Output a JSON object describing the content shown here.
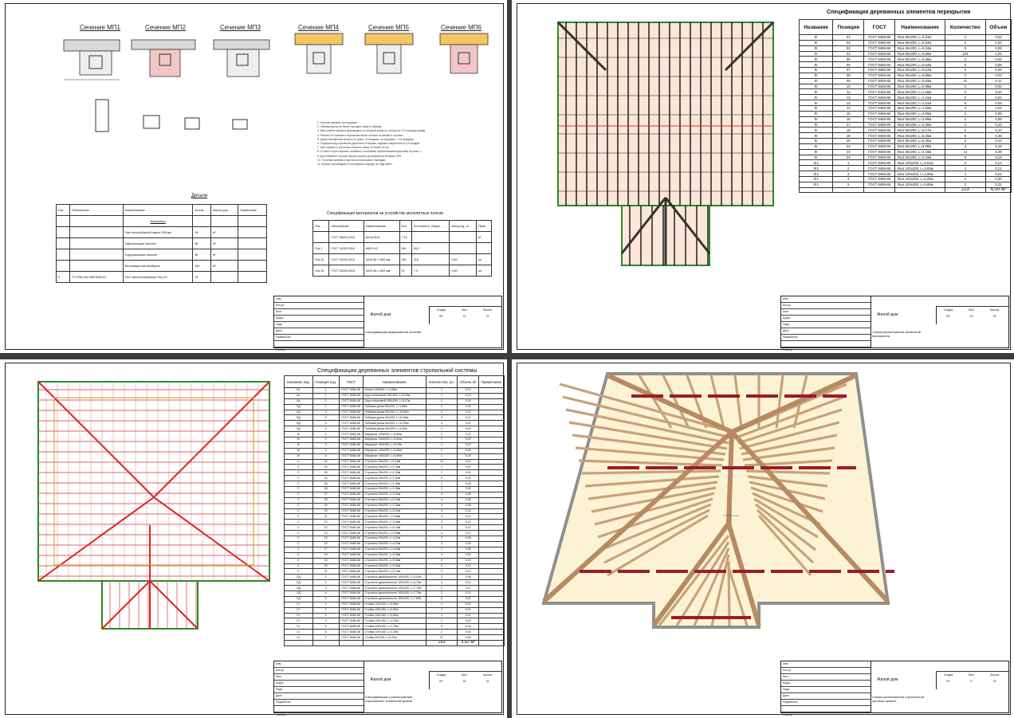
{
  "sheet1": {
    "sections": [
      "Сечение МП1",
      "Сечение МП2",
      "Сечение МП3",
      "Сечение МП4",
      "Сечение МП5",
      "Сечение МП6"
    ],
    "notes": [
      "1. Антисептировать конструкции.",
      "2. Обрезки досок не более чем дано ниже в таблице.",
      "3. Выполнение каркаса производить со сборкой узлов по плоскости 0,2 площади между.",
      "4. Нахлест по балкам и стропилам балок степени не менее 8 стропил.",
      "5. Доски перекрытия крепить по краю - 8 гвоздями, по середине - 4-5 гвоздями.",
      "6. Подпорки под стропилом укреплять стойками, надежно закреплять в 4-8 гвоздей.",
      "7. Шаг стропил и прогонов согласно схеме не более 50 см.",
      "8. Со всех сторон крепить скобами и стальными проволочными скрутками не реже 1.",
      "9. Для обвязки и стропил брусья сушить до влажности не выше 20%.",
      "10. По углам проёмы и прогоны использовать накладки.",
      "11. Кровлю производить в последнюю очередь по ходу работ."
    ],
    "detail": {
      "title": "Детали",
      "headers": [
        "Поз.",
        "Обозначение",
        "Наименование",
        "Кол-во",
        "Масса ед.кг",
        "Примечание"
      ],
      "group": "Материалы",
      "rows": [
        [
          "",
          "",
          "Узел полносборный свесы 20/5 мм",
          "15",
          "м²"
        ],
        [
          "",
          "",
          "Пароизоляция Изоспан",
          "80",
          "м²"
        ],
        [
          "",
          "",
          "Гидроизоляция Изоспан",
          "80",
          "м²"
        ],
        [
          "",
          "",
          "Ветрозащитная мембрана",
          "100",
          "м²"
        ],
        [
          "Л",
          "ТУ 5768-002-48015930-01",
          "Лист металлочерепица ТКЦ 0,5",
          "15",
          ""
        ]
      ]
    },
    "materials": {
      "title": "Спецификация материалов на устройство монолитных поясов",
      "headers": [
        "Поз.",
        "Обозначение",
        "Наименование",
        "Кол.",
        "Погонный м, общая",
        "Масса ед., кг",
        "Прим."
      ],
      "rows": [
        [
          "",
          "ГОСТ 26633-2015",
          "Бетон В15",
          "7,16",
          "",
          "",
          "м³"
        ],
        [
          "Поз.1",
          "ГОСТ 34028-2016",
          "А500 d12",
          "560",
          "54,0",
          "",
          ""
        ],
        [
          "Поз.15",
          "ГОСТ 34028-2016",
          "А240 d6 L=600 мм",
          "160",
          "216",
          "0,89",
          "шт."
        ],
        [
          "Поз.16",
          "ГОСТ 34028-2016",
          "А240 d6 L=600 мм",
          "10",
          "7,4",
          "0,89",
          "шт."
        ]
      ]
    },
    "title_block": {
      "name": "Жилой дом",
      "sheet_title": "Спецификация армирования сечения",
      "stage": "КР",
      "sheet": "14",
      "sheets": "19"
    }
  },
  "sheet2": {
    "title": "Спецификация деревянных элементов перекрытия",
    "headers": [
      "Название",
      "Позиция",
      "ГОСТ",
      "Наименование",
      "Количество",
      "Объем"
    ],
    "rows": [
      [
        "Лг",
        "01",
        "ГОСТ 8486-86",
        "Лага 50x200, L=0,54м",
        "2",
        "0,02"
      ],
      [
        "Лг",
        "02",
        "ГОСТ 8486-86",
        "Лага 50x200, L=0,54м",
        "2",
        "0,02"
      ],
      [
        "Лг",
        "03",
        "ГОСТ 8486-86",
        "Лага 50x200, L=0,54м",
        "8",
        "0,08"
      ],
      [
        "Лг",
        "04",
        "ГОСТ 8486-86",
        "Лага 50x200, L=0,58м",
        "104",
        "1,04"
      ],
      [
        "Лг",
        "05",
        "ГОСТ 8486-86",
        "Лага 50x200, L=0,58м",
        "2",
        "0,02"
      ],
      [
        "Лг",
        "06",
        "ГОСТ 8486-86",
        "Лага 50x200, L=0,54м",
        "8",
        "0,08"
      ],
      [
        "Лг",
        "07",
        "ГОСТ 8486-86",
        "Лага 50x200, L=0,67м",
        "2",
        "0,02"
      ],
      [
        "Лг",
        "08",
        "ГОСТ 8486-86",
        "Лага 50x200, L=0,88м",
        "2",
        "0,02"
      ],
      [
        "Лг",
        "09",
        "ГОСТ 8486-86",
        "Лага 50x200, L=0,93м",
        "11",
        "0,11"
      ],
      [
        "Лг",
        "10",
        "ГОСТ 8486-86",
        "Лага 50x200, L=0,98м",
        "2",
        "0,02"
      ],
      [
        "Лг",
        "11",
        "ГОСТ 8486-86",
        "Лага 50x200, L=1,28м",
        "2",
        "0,02"
      ],
      [
        "Лг",
        "12",
        "ГОСТ 8486-86",
        "Лага 50x200, L=1,41м",
        "2",
        "0,02"
      ],
      [
        "Лг",
        "13",
        "ГОСТ 8486-86",
        "Лага 50x200, L=1,51м",
        "8",
        "0,08"
      ],
      [
        "Лг",
        "14",
        "ГОСТ 8486-86",
        "Лага 50x200, L=1,58м",
        "2",
        "0,04"
      ],
      [
        "Лг",
        "15",
        "ГОСТ 8486-86",
        "Лага 50x200, L=2,65м",
        "2",
        "0,06"
      ],
      [
        "Лг",
        "16",
        "ГОСТ 8486-86",
        "Лага 50x200, L=3,89м",
        "2",
        "0,08"
      ],
      [
        "Лг",
        "17",
        "ГОСТ 8486-86",
        "Лага 50x200, L=4,39м",
        "2",
        "0,10"
      ],
      [
        "Лг",
        "18",
        "ГОСТ 8486-86",
        "Лага 50x200, L=5,17м",
        "2",
        "0,10"
      ],
      [
        "Лг",
        "19",
        "ГОСТ 8486-86",
        "Лага 50x200, L=5,25м",
        "9",
        "0,45"
      ],
      [
        "Лг",
        "20",
        "ГОСТ 8486-86",
        "Лага 50x200, L=5,45м",
        "2",
        "0,10"
      ],
      [
        "Лг",
        "22",
        "ГОСТ 8486-86",
        "Лага 50x200, L=6,08м",
        "3",
        "0,18"
      ],
      [
        "Лг",
        "23",
        "ГОСТ 8486-86",
        "Лага 50x200, L=2,18м",
        "14",
        "0,28"
      ],
      [
        "Лг",
        "24",
        "ГОСТ 8486-86",
        "Лага 50x200, L=2,33м",
        "8",
        "0,16"
      ],
      [
        "Лг1",
        "1",
        "ГОСТ 8486-86",
        "Лага 100x200, L=2,91м",
        "2",
        "0,12"
      ],
      [
        "Лг1",
        "2",
        "ГОСТ 8486-86",
        "Лага 100x200, L=3,03м",
        "2",
        "0,12"
      ],
      [
        "Лг1",
        "3",
        "ГОСТ 8486-86",
        "Лага 100x200, L=3,08м",
        "4",
        "0,24"
      ],
      [
        "Лг1",
        "4",
        "ГОСТ 8486-86",
        "Лага 100x200, L=5,25м",
        "2",
        "0,20"
      ],
      [
        "Лг1",
        "5",
        "ГОСТ 8486-86",
        "Лага 100x200, L=5,65м",
        "2",
        "0,22"
      ]
    ],
    "total_count": "213",
    "total_volume": "4,00 м³",
    "title_block": {
      "name": "Жилой дом",
      "sheet_title": "Схема расположения элементов перекрытия",
      "stage": "КР",
      "sheet": "15",
      "sheets": "19"
    }
  },
  "sheet3": {
    "title": "Спецификация деревянных элементов стропильной системы",
    "headers": [
      "Название изд.",
      "Позиция изд.",
      "ГОСТ",
      "Наименование",
      "Количество, шт.",
      "Объем, м³",
      "Примечание"
    ],
    "rows": [
      [
        "Бк",
        "1",
        "ГОСТ 8486-86",
        "Балка 150x200, L=3,88м",
        "1",
        "0,12"
      ],
      [
        "Бк",
        "1",
        "ГОСТ 8486-86",
        "Брус коньковый 150x200, L=5,20м",
        "1",
        "0,15"
      ],
      [
        "Бк",
        "2",
        "ГОСТ 8486-86",
        "Брус коньковый 150x200, L=5,27м",
        "1",
        "0,16"
      ],
      [
        "ЛД",
        "1",
        "ГОСТ 8486-86",
        "Лобовая доска 50x200, L=1,68м",
        "2",
        "0,03"
      ],
      [
        "ЛД",
        "2",
        "ГОСТ 8486-86",
        "Лобовая доска 50x200, L=10,80м",
        "2",
        "0,22"
      ],
      [
        "ЛД",
        "3",
        "ГОСТ 8486-86",
        "Лобовая доска 50x200, L=11,80м",
        "2",
        "0,11"
      ],
      [
        "ЛД",
        "4",
        "ГОСТ 8486-86",
        "Лобовая доска 50x200, L=12,80м",
        "2",
        "0,24"
      ],
      [
        "ЛД",
        "5",
        "ГОСТ 8486-86",
        "Лобовая доска 50x200, L=4,40м",
        "1",
        "0,04"
      ],
      [
        "М",
        "1",
        "ГОСТ 8486-86",
        "Мауэрлат 150x200, L=8,80м",
        "1",
        "0,12"
      ],
      [
        "М",
        "2",
        "ГОСТ 8486-86",
        "Мауэрлат 150x200, L=8,40м",
        "1",
        "0,02"
      ],
      [
        "М",
        "3",
        "ГОСТ 8486-86",
        "Мауэрлат 150x200, L=9,30м",
        "1",
        "0,02"
      ],
      [
        "М",
        "4",
        "ГОСТ 8486-86",
        "Мауэрлат 150x200, L=5,45м",
        "2",
        "0,05"
      ],
      [
        "М",
        "5",
        "ГОСТ 8486-86",
        "Мауэрлат 150x200, L=6,80м",
        "1",
        "0,16"
      ],
      [
        "С",
        "01",
        "ГОСТ 8486-86",
        "Стропило 50x200, L=1,18м",
        "12",
        "0,12"
      ],
      [
        "С",
        "02",
        "ГОСТ 8486-86",
        "Стропило 50x200, L=1,30м",
        "1",
        "0,02"
      ],
      [
        "С",
        "03",
        "ГОСТ 8486-86",
        "Стропило 50x200, L=1,38м",
        "2",
        "0,02"
      ],
      [
        "С",
        "04",
        "ГОСТ 8486-86",
        "Стропило 50x200, L=1,50м",
        "5",
        "0,02"
      ],
      [
        "С",
        "05",
        "ГОСТ 8486-86",
        "Стропило 50x200, L=1,65м",
        "2",
        "0,05"
      ],
      [
        "С",
        "06",
        "ГОСТ 8486-86",
        "Стропило 50x200, L=1,88м",
        "2",
        "0,04"
      ],
      [
        "С",
        "07",
        "ГОСТ 8486-86",
        "Стропило 50x200, L=2,03м",
        "4",
        "0,08"
      ],
      [
        "С",
        "08",
        "ГОСТ 8486-86",
        "Стропило 50x200, L=2,18м",
        "4",
        "0,08"
      ],
      [
        "С",
        "09",
        "ГОСТ 8486-86",
        "Стропило 50x200, L=2,38м",
        "4",
        "0,08"
      ],
      [
        "С",
        "10",
        "ГОСТ 8486-86",
        "Стропило 50x200, L=3,03м",
        "4",
        "0,12"
      ],
      [
        "С",
        "11",
        "ГОСТ 8486-86",
        "Стропило 50x200, L=3,08м",
        "4",
        "0,12"
      ],
      [
        "С",
        "12",
        "ГОСТ 8486-86",
        "Стропило 50x200, L=3,46м",
        "4",
        "0,12"
      ],
      [
        "С",
        "13",
        "ГОСТ 8486-86",
        "Стропило 50x200, L=3,78м",
        "4",
        "0,12"
      ],
      [
        "С",
        "14",
        "ГОСТ 8486-86",
        "Стропило 50x200, L=3,98м",
        "4",
        "0,12"
      ],
      [
        "С",
        "15",
        "ГОСТ 8486-86",
        "Стропило 50x200, L=4,20м",
        "2",
        "0,06"
      ],
      [
        "С",
        "16",
        "ГОСТ 8486-86",
        "Стропило 50x200, L=4,34м",
        "4",
        "0,16"
      ],
      [
        "С",
        "17",
        "ГОСТ 8486-86",
        "Стропило 50x200, L=4,63м",
        "2",
        "0,08"
      ],
      [
        "С",
        "18",
        "ГОСТ 8486-86",
        "Стропило 50x200, L=5,38м",
        "4",
        "0,20"
      ],
      [
        "С",
        "19",
        "ГОСТ 8486-86",
        "Стропило 50x200, L=5,48м",
        "2",
        "0,10"
      ],
      [
        "С",
        "20",
        "ГОСТ 8486-86",
        "Стропило 50x200, L=5,65м",
        "2",
        "0,12"
      ],
      [
        "С",
        "21",
        "ГОСТ 8486-86",
        "Стропило 50x200, L=5,78м",
        "2",
        "0,12"
      ],
      [
        "СД",
        "1",
        "ГОСТ 8486-86",
        "Стропило диагональное 100x200, L=3,00м",
        "2",
        "0,06"
      ],
      [
        "СД",
        "2",
        "ГОСТ 8486-86",
        "Стропило диагональное 100x200, L=3,75м",
        "4",
        "0,12"
      ],
      [
        "СД",
        "3",
        "ГОСТ 8486-86",
        "Стропило диагональное 100x200, L=7,70м",
        "2",
        "0,12"
      ],
      [
        "СД",
        "4",
        "ГОСТ 8486-86",
        "Стропило диагональное 100x200, L=7,75м",
        "2",
        "0,14"
      ],
      [
        "СД",
        "5",
        "ГОСТ 8486-86",
        "Стропило диагональное 100x200, L=7,80м",
        "6",
        "0,42"
      ],
      [
        "Ст",
        "1",
        "ГОСТ 8486-86",
        "Стойка 100x100, L=0,55м",
        "1",
        "0,01"
      ],
      [
        "Ст",
        "2",
        "ГОСТ 8486-86",
        "Стойка 100x150, L=0,65м",
        "1",
        "0,01"
      ],
      [
        "Ст",
        "3",
        "ГОСТ 8486-86",
        "Стойка 100x150, L=0,85м",
        "1",
        "0,01"
      ],
      [
        "Ст",
        "4",
        "ГОСТ 8486-86",
        "Стойка 100x150, L=1,20м",
        "1",
        "0,04"
      ],
      [
        "Ст",
        "5",
        "ГОСТ 8486-86",
        "Стойка 100x150, L=1,75м",
        "2",
        "0,04"
      ],
      [
        "Ст",
        "6",
        "ГОСТ 8486-86",
        "Стойка 100x150, L=2,30м",
        "2",
        "0,04"
      ],
      [
        "Ст",
        "7",
        "ГОСТ 8486-86",
        "Стойка 50x150, L=0,20м",
        "97",
        "0,09"
      ]
    ],
    "total_count": "183",
    "total_volume": "3,82 м³",
    "title_block": {
      "name": "Жилой дом",
      "sheet_title": "Спецификация и расположение стропильных элементов кровли",
      "stage": "КР",
      "sheet": "16",
      "sheets": "19"
    }
  },
  "sheet4": {
    "title_block": {
      "name": "Жилой дом",
      "sheet_title": "Схема расположения стропильной системы кровли",
      "stage": "КР",
      "sheet": "17",
      "sheets": "19"
    }
  },
  "title_block_labels": {
    "rows": [
      "Изм.",
      "Кол.уч",
      "Лист",
      "№Док",
      "Подп.",
      "Дата",
      "Разработал",
      "",
      "Н.контр.",
      ""
    ],
    "stage": "Стадия",
    "sheet": "Лист",
    "sheets": "Листов"
  }
}
